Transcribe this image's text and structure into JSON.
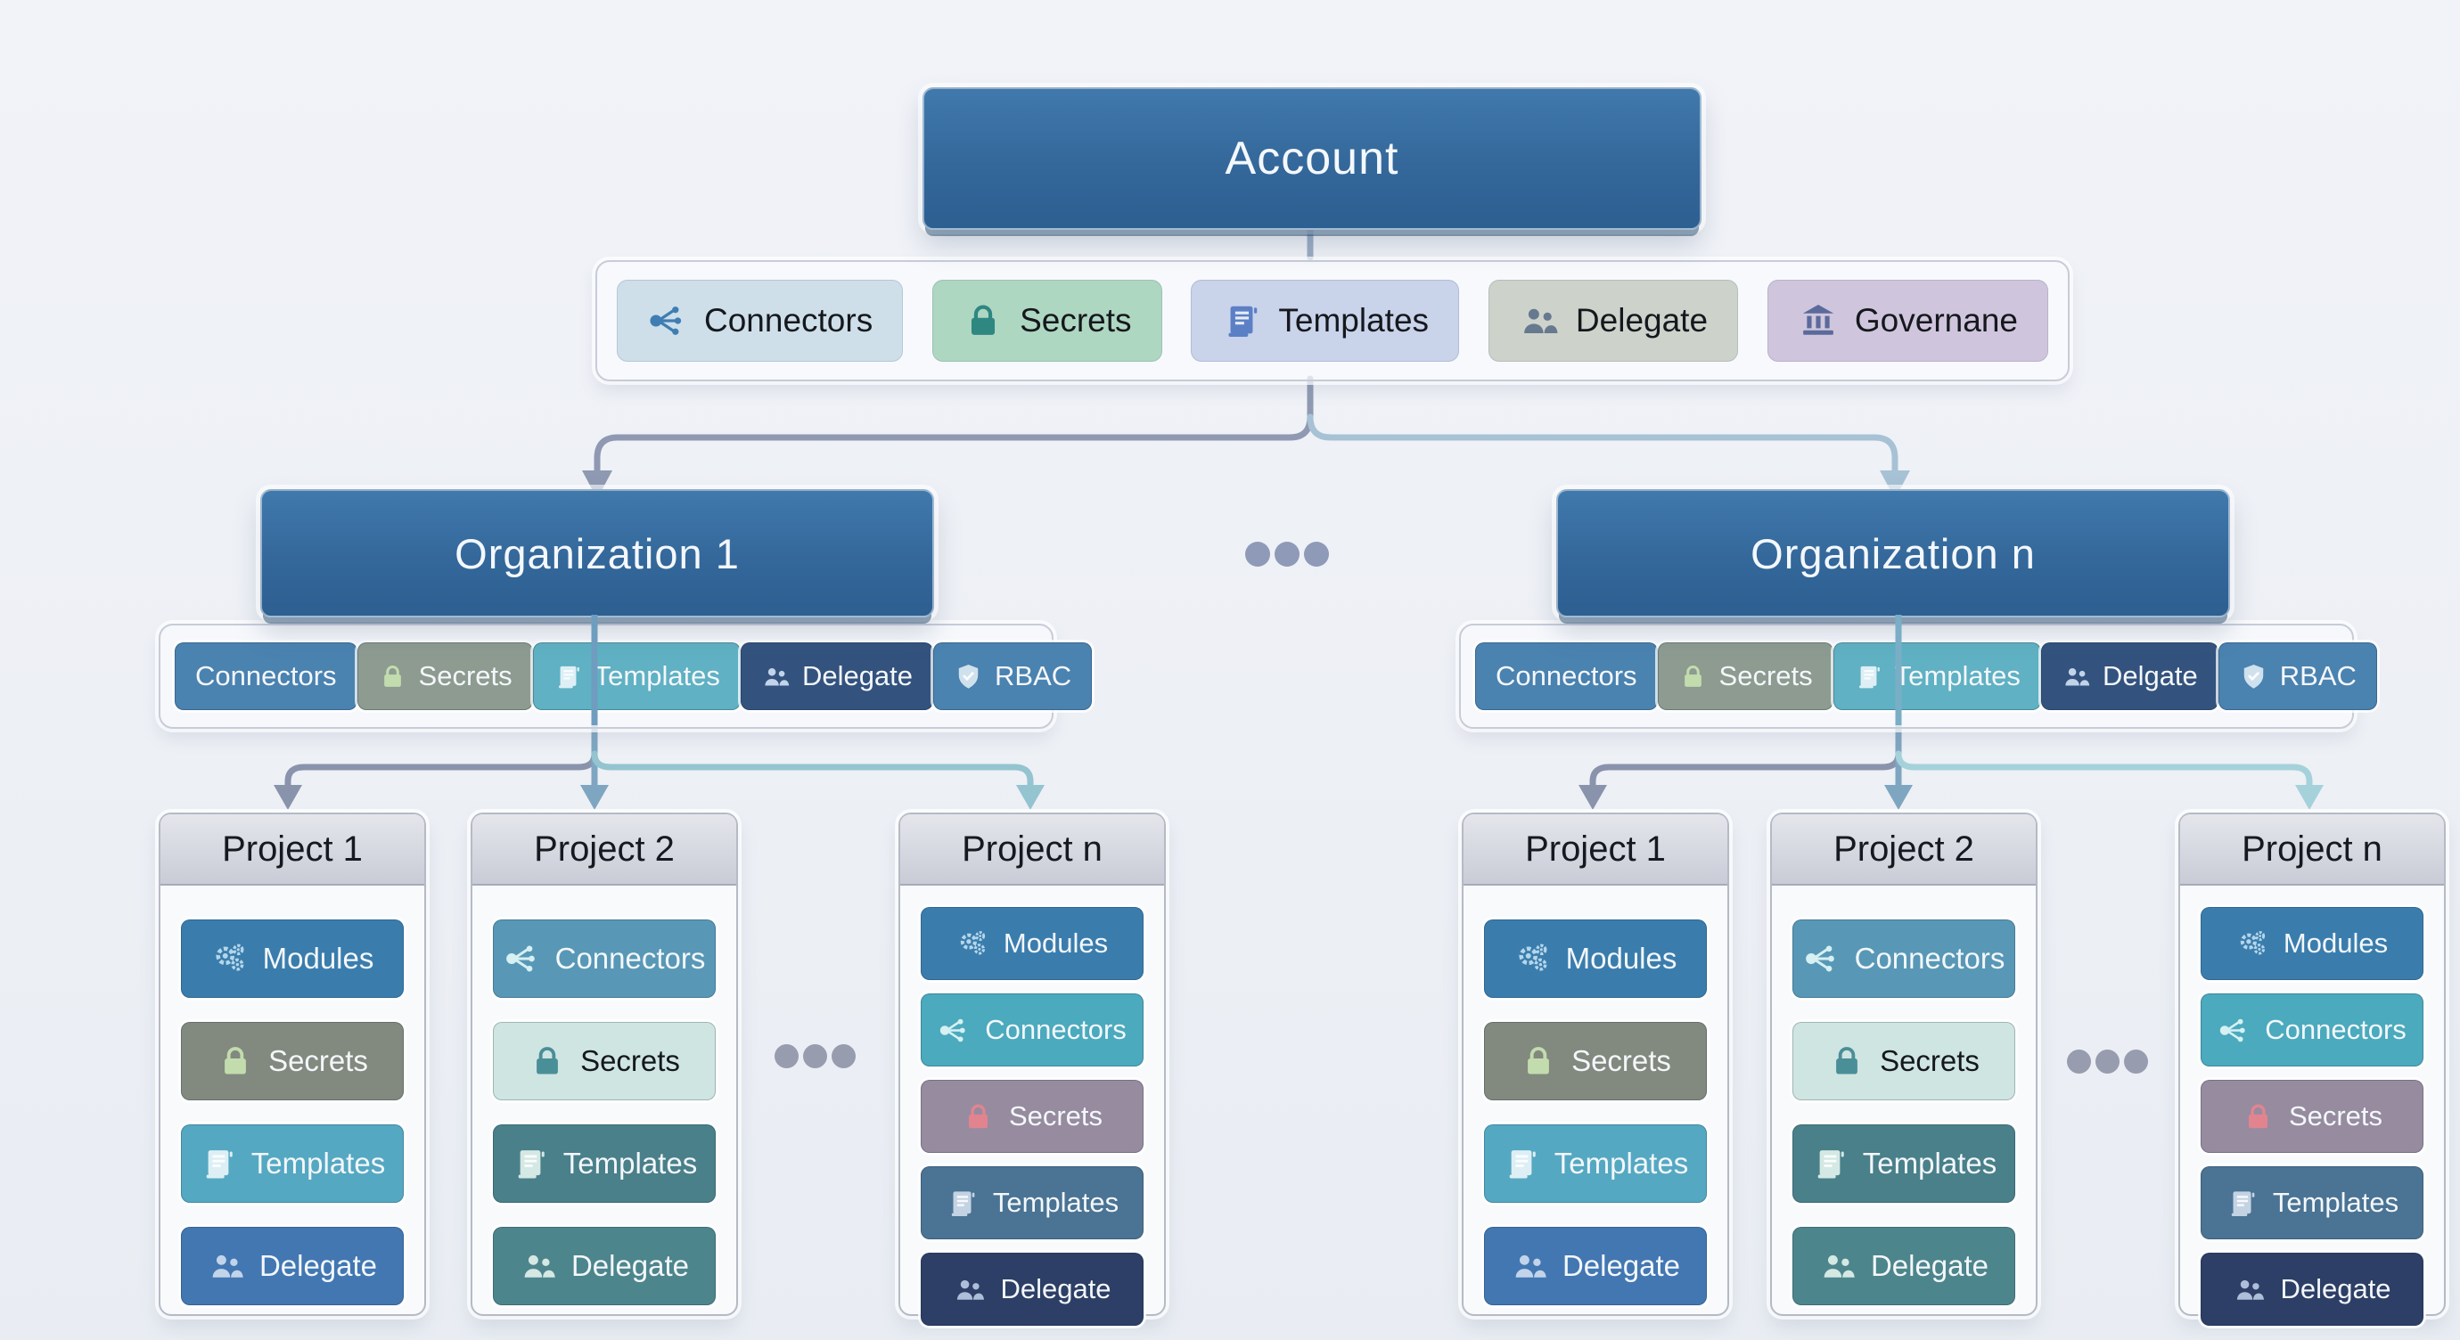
{
  "account": {
    "title": "Account",
    "resources": [
      {
        "label": "Connectors",
        "icon": "connectors-icon"
      },
      {
        "label": "Secrets",
        "icon": "lock-icon"
      },
      {
        "label": "Templates",
        "icon": "scroll-icon"
      },
      {
        "label": "Delegate",
        "icon": "people-icon"
      },
      {
        "label": "Governane",
        "icon": "bank-icon"
      }
    ]
  },
  "organizations": [
    {
      "title": "Organization 1",
      "resources": [
        {
          "label": "Connectors"
        },
        {
          "label": "Secrets",
          "icon": "lock-icon"
        },
        {
          "label": "Templates",
          "icon": "scroll-icon"
        },
        {
          "label": "Delegate",
          "icon": "people-icon"
        },
        {
          "label": "RBAC",
          "icon": "shield-icon"
        }
      ],
      "projects": [
        {
          "title": "Project 1",
          "items": [
            {
              "label": "Modules",
              "icon": "gears-icon"
            },
            {
              "label": "Secrets",
              "icon": "lock-icon"
            },
            {
              "label": "Templates",
              "icon": "scroll-icon"
            },
            {
              "label": "Delegate",
              "icon": "people-icon"
            }
          ]
        },
        {
          "title": "Project 2",
          "items": [
            {
              "label": "Connectors",
              "icon": "connectors-icon"
            },
            {
              "label": "Secrets",
              "icon": "lock-icon"
            },
            {
              "label": "Templates",
              "icon": "scroll-icon"
            },
            {
              "label": "Delegate",
              "icon": "people-icon"
            }
          ]
        },
        {
          "title": "Project n",
          "items": [
            {
              "label": "Modules",
              "icon": "gears-icon"
            },
            {
              "label": "Connectors",
              "icon": "connectors-icon"
            },
            {
              "label": "Secrets",
              "icon": "lock-icon"
            },
            {
              "label": "Templates",
              "icon": "scroll-icon"
            },
            {
              "label": "Delegate",
              "icon": "people-icon"
            }
          ]
        }
      ]
    },
    {
      "title": "Organization n",
      "resources": [
        {
          "label": "Connectors"
        },
        {
          "label": "Secrets",
          "icon": "lock-icon"
        },
        {
          "label": "Templates",
          "icon": "scroll-icon"
        },
        {
          "label": "Delgate",
          "icon": "people-icon"
        },
        {
          "label": "RBAC",
          "icon": "shield-icon"
        }
      ],
      "projects": [
        {
          "title": "Project 1",
          "items": [
            {
              "label": "Modules",
              "icon": "gears-icon"
            },
            {
              "label": "Secrets",
              "icon": "lock-icon"
            },
            {
              "label": "Templates",
              "icon": "scroll-icon"
            },
            {
              "label": "Delegate",
              "icon": "people-icon"
            }
          ]
        },
        {
          "title": "Project 2",
          "items": [
            {
              "label": "Connectors",
              "icon": "connectors-icon"
            },
            {
              "label": "Secrets",
              "icon": "lock-icon"
            },
            {
              "label": "Templates",
              "icon": "scroll-icon"
            },
            {
              "label": "Delegate",
              "icon": "people-icon"
            }
          ]
        },
        {
          "title": "Project n",
          "items": [
            {
              "label": "Modules",
              "icon": "gears-icon"
            },
            {
              "label": "Connectors",
              "icon": "connectors-icon"
            },
            {
              "label": "Secrets",
              "icon": "lock-icon"
            },
            {
              "label": "Templates",
              "icon": "scroll-icon"
            },
            {
              "label": "Delegate",
              "icon": "people-icon"
            }
          ]
        }
      ]
    }
  ],
  "palette": {
    "node_blue": "#336699",
    "background": "#edf0f5",
    "arrow_gray": "#8a93ac",
    "arrow_blue": "#7ea6c1",
    "arrow_teal": "#93c4cf",
    "chip_light_blue": "#cedfe9",
    "chip_light_green": "#aed7c2",
    "chip_lavender": "#c9d3ea",
    "chip_mauve": "#cfc6dd",
    "chip_navy": "#2d3f66",
    "chip_teal": "#55a8c2",
    "secrets_pink_icon": "#e2848f"
  }
}
